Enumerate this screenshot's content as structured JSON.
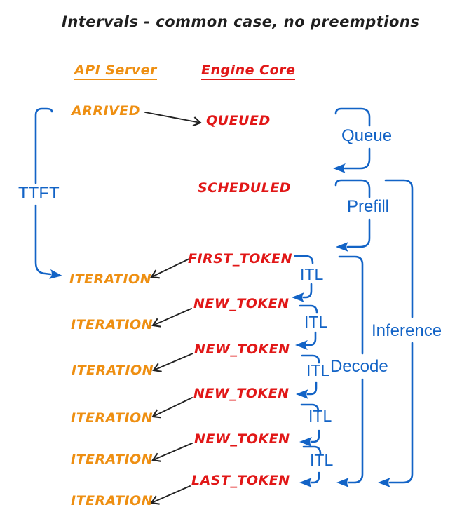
{
  "title": "Intervals - common case, no preemptions",
  "columns": {
    "api_server": "API Server",
    "engine_core": "Engine Core"
  },
  "events": {
    "arrived": "ARRIVED",
    "queued": "QUEUED",
    "scheduled": "SCHEDULED",
    "first_token": "FIRST_TOKEN",
    "new_token": "NEW_TOKEN",
    "last_token": "LAST_TOKEN",
    "iteration": "ITERATION"
  },
  "intervals": {
    "ttft": "TTFT",
    "queue": "Queue",
    "prefill": "Prefill",
    "itl": "ITL",
    "decode": "Decode",
    "inference": "Inference"
  },
  "colors": {
    "api_server_orange": "#EE8F12",
    "engine_core_red": "#E11717",
    "interval_blue": "#1263C6",
    "ink_black": "#1F1F1F"
  }
}
